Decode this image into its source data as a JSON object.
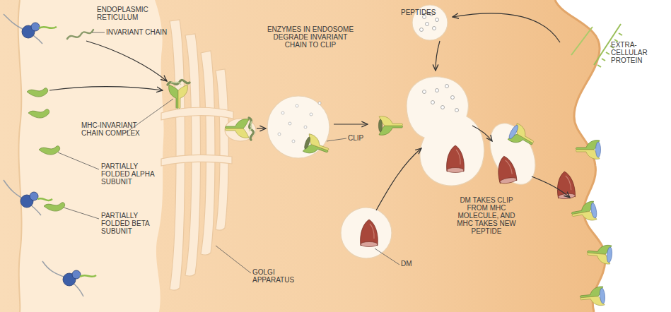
{
  "diagram": {
    "labels": [
      "ENDOPLASMIC RETICULUM",
      "INVARIANT CHAIN",
      "PEPTIDES",
      "ENZYMES IN ENDOSOME DEGRADE INVARIANT CHAIN TO CLIP",
      "EXTRA- CELLULAR PROTEIN",
      "MHC-INVARIANT CHAIN COMPLEX",
      "CLIP",
      "PARTIALLY FOLDED ALPHA SUBUNIT",
      "PARTIALLY FOLDED BETA SUBUNIT",
      "DM TAKES CLIP FROM MHC MOLECULE, AND MHC TAKES NEW PEPTIDE",
      "DM",
      "GOLGI APPARATUS"
    ]
  }
}
